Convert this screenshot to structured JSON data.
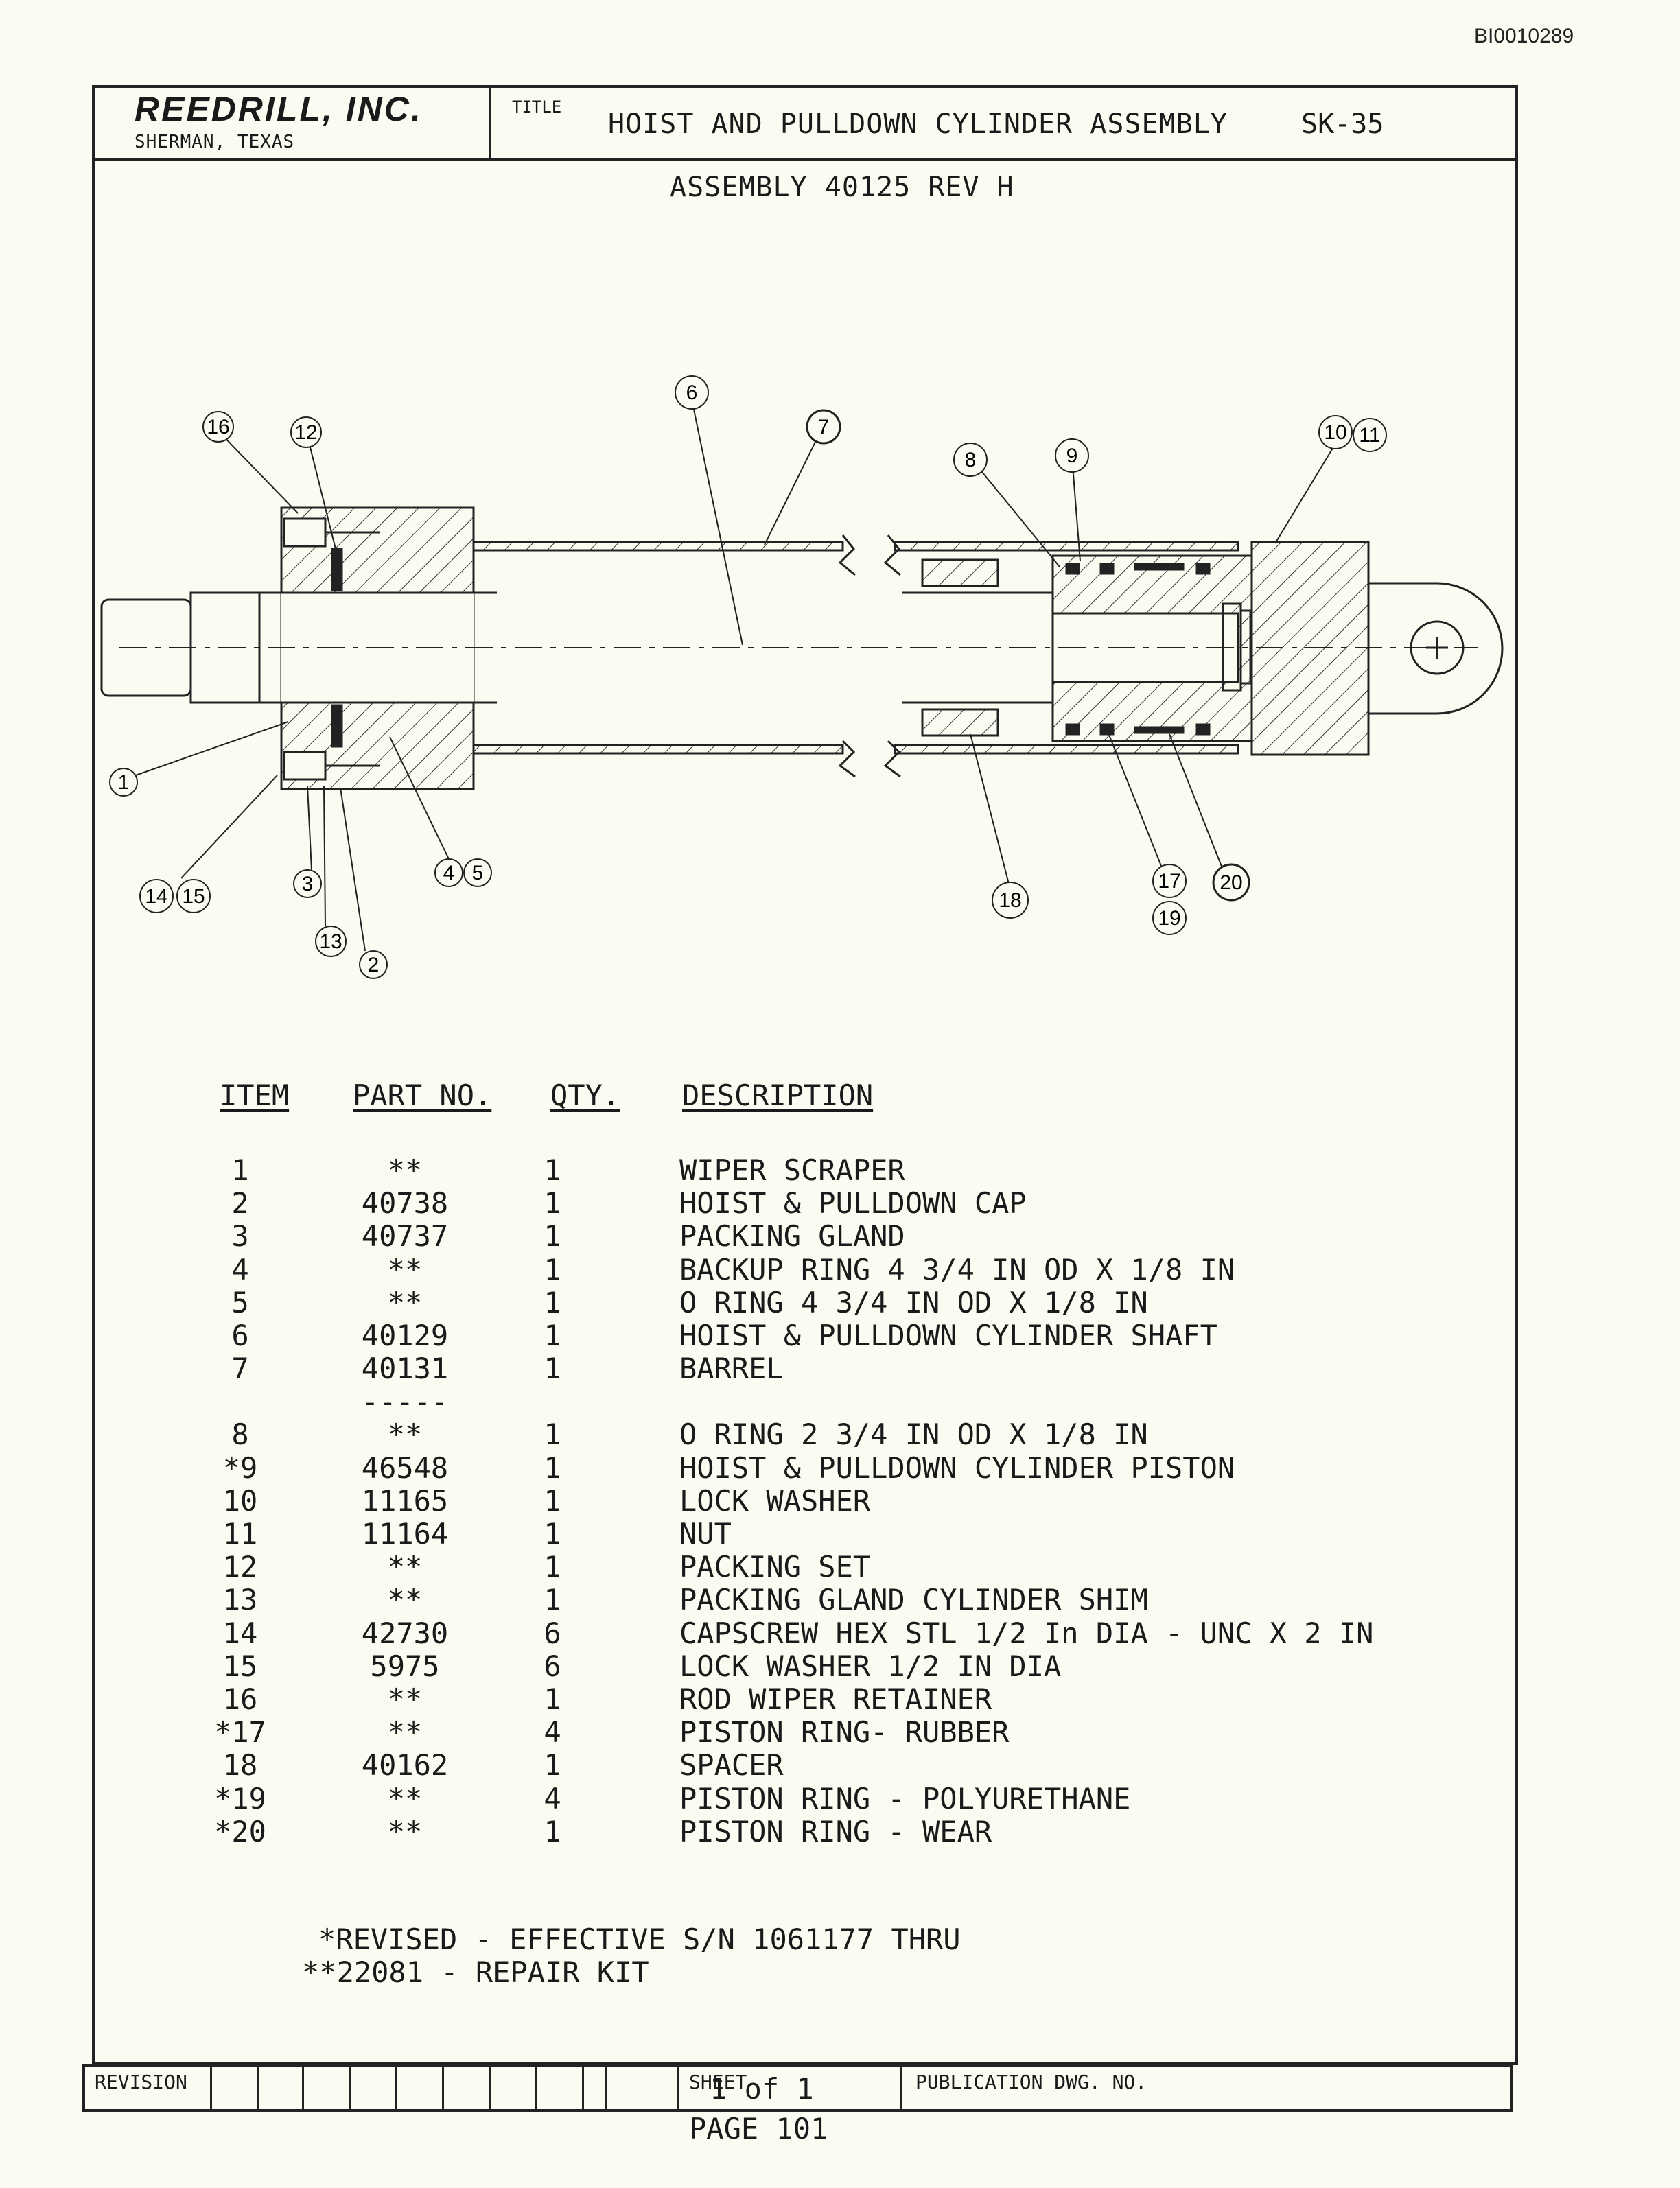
{
  "doc_id": "BI0010289",
  "header": {
    "company": "REEDRILL, INC.",
    "location": "SHERMAN, TEXAS",
    "title_label": "TITLE",
    "title": "HOIST AND PULLDOWN CYLINDER ASSEMBLY",
    "sheet_no": "SK-35"
  },
  "assembly": "ASSEMBLY 40125  REV H",
  "callouts": [
    "1",
    "2",
    "3",
    "4",
    "5",
    "6",
    "7",
    "8",
    "9",
    "10",
    "11",
    "12",
    "13",
    "14",
    "15",
    "16",
    "17",
    "18",
    "19",
    "20"
  ],
  "table": {
    "headers": {
      "item": "ITEM",
      "part": "PART NO.",
      "qty": "QTY.",
      "desc": "DESCRIPTION"
    },
    "rows": [
      {
        "item": "1",
        "part": "**",
        "qty": "1",
        "desc": "WIPER SCRAPER"
      },
      {
        "item": "2",
        "part": "40738",
        "qty": "1",
        "desc": "HOIST & PULLDOWN CAP"
      },
      {
        "item": "3",
        "part": "40737",
        "qty": "1",
        "desc": "PACKING GLAND"
      },
      {
        "item": "4",
        "part": "**",
        "qty": "1",
        "desc": "BACKUP RING 4 3/4 IN OD X 1/8 IN"
      },
      {
        "item": "5",
        "part": "**",
        "qty": "1",
        "desc": "O RING 4 3/4 IN OD X 1/8 IN"
      },
      {
        "item": "6",
        "part": "40129",
        "qty": "1",
        "desc": "HOIST & PULLDOWN CYLINDER SHAFT"
      },
      {
        "item": "7",
        "part": "40131",
        "qty": "1",
        "desc": "BARREL"
      },
      {
        "item": "8",
        "part": "**",
        "qty": "1",
        "desc": "O RING 2 3/4 IN OD X 1/8 IN"
      },
      {
        "item": "*9",
        "part": "46548",
        "qty": "1",
        "desc": "HOIST & PULLDOWN CYLINDER PISTON"
      },
      {
        "item": "10",
        "part": "11165",
        "qty": "1",
        "desc": "LOCK WASHER"
      },
      {
        "item": "11",
        "part": "11164",
        "qty": "1",
        "desc": "NUT"
      },
      {
        "item": "12",
        "part": "**",
        "qty": "1",
        "desc": "PACKING SET"
      },
      {
        "item": "13",
        "part": "**",
        "qty": "1",
        "desc": "PACKING GLAND CYLINDER SHIM"
      },
      {
        "item": "14",
        "part": "42730",
        "qty": "6",
        "desc": "CAPSCREW HEX STL 1/2 In DIA - UNC X 2 IN"
      },
      {
        "item": "15",
        "part": "5975",
        "qty": "6",
        "desc": "LOCK WASHER 1/2 IN DIA"
      },
      {
        "item": "16",
        "part": "**",
        "qty": "1",
        "desc": "ROD WIPER RETAINER"
      },
      {
        "item": "*17",
        "part": "**",
        "qty": "4",
        "desc": "PISTON RING- RUBBER"
      },
      {
        "item": "18",
        "part": "40162",
        "qty": "1",
        "desc": "SPACER"
      },
      {
        "item": "*19",
        "part": "**",
        "qty": "4",
        "desc": "PISTON RING - POLYURETHANE"
      },
      {
        "item": "*20",
        "part": "**",
        "qty": "1",
        "desc": "PISTON RING - WEAR"
      }
    ],
    "separator": "-----"
  },
  "notes": {
    "revised": "*REVISED - EFFECTIVE S/N 1061177 THRU",
    "repair_kit": "**22081 - REPAIR KIT"
  },
  "footer": {
    "revision_label": "REVISION",
    "sheet_label": "SHEET",
    "sheet_value": "1 of 1",
    "pub_label": "PUBLICATION DWG. NO.",
    "page": "PAGE 101"
  }
}
